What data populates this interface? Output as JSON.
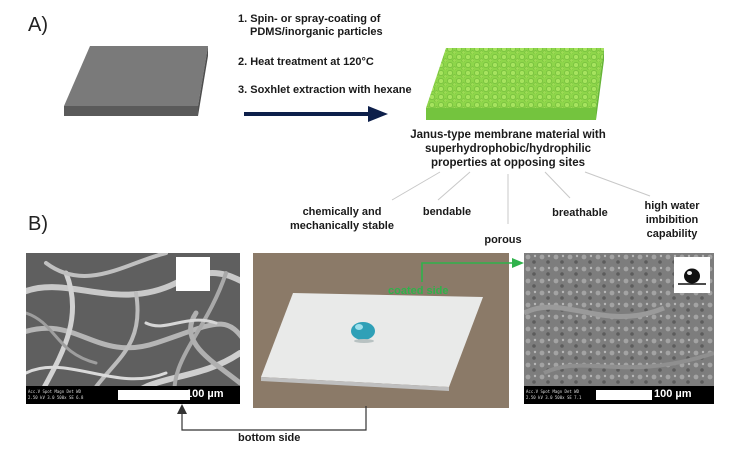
{
  "panels": {
    "a_label": "A)",
    "b_label": "B)"
  },
  "steps": [
    {
      "line1": "1. Spin- or spray-coating of",
      "line2": "PDMS/inorganic particles"
    },
    {
      "line1": "2. Heat treatment at 120°C"
    },
    {
      "line1": "3. Soxhlet extraction with hexane"
    }
  ],
  "janus": {
    "line1": "Janus-type membrane material with",
    "line2": "superhydrophobic/hydrophilic",
    "line3": "properties at opposing sites"
  },
  "properties": {
    "chem_line1": "chemically and",
    "chem_line2": "mechanically stable",
    "bendable": "bendable",
    "porous": "porous",
    "breathable": "breathable",
    "water_line1": "high water",
    "water_line2": "imbibition",
    "water_line3": "capability"
  },
  "sem_left": {
    "scale": "100 µm",
    "meta_row1": "Acc.V  Spot Magn   Det  WD",
    "meta_row2": "2.50 kV 3.0  500x    SE  6.8"
  },
  "sem_right": {
    "scale": "100 µm",
    "meta_row1": "Acc.V  Spot Magn   Det  WD",
    "meta_row2": "2.50 kV 3.0  500x    SE  7.1"
  },
  "labels": {
    "coated_side": "coated side",
    "bottom_side": "bottom side"
  },
  "colors": {
    "substrate_top": "#7a7a7a",
    "substrate_side": "#5a5a5a",
    "coating_green": "#8ed64a",
    "arrow_navy": "#0d1f4a",
    "coated_label": "#2fb24b",
    "bracket_gray": "#333333"
  }
}
